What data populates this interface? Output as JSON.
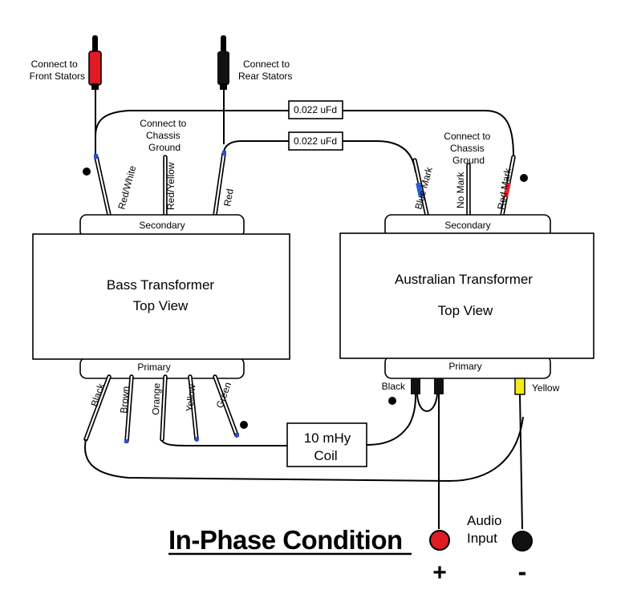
{
  "front_stators_label": [
    "Connect to",
    "Front Stators"
  ],
  "rear_stators_label": [
    "Connect to",
    "Rear Stators"
  ],
  "capacitor_label_top": "0.022 uFd",
  "capacitor_label_bottom": "0.022 uFd",
  "bass_ground_label": [
    "Connect to",
    "Chassis",
    "Ground"
  ],
  "aus_ground_label": [
    "Connect to",
    "Chassis",
    "Ground"
  ],
  "bass_transformer": {
    "title_line1": "Bass Transformer",
    "title_line2": "Top View",
    "secondary_label": "Secondary",
    "primary_label": "Primary",
    "secondary_wires": [
      "Red/White",
      "Red/Yellow",
      "Red"
    ],
    "primary_wires": [
      "Black",
      "Brown",
      "Orange",
      "Yellow",
      "Green"
    ]
  },
  "australian_transformer": {
    "title_line1": "Australian Transformer",
    "title_line2": "Top View",
    "secondary_label": "Secondary",
    "primary_label": "Primary",
    "secondary_wires": [
      "Blue Mark",
      "No Mark",
      "Red Mark"
    ],
    "primary_wire_black": "Black",
    "primary_wire_yellow": "Yellow"
  },
  "coil_label": [
    "10 mHy",
    "Coil"
  ],
  "title": "In-Phase Condition",
  "audio_input_label": [
    "Audio",
    "Input"
  ],
  "plus_sign": "+",
  "minus_sign": "-",
  "colors": {
    "red_plug": "#e01b24",
    "black_plug": "#111111",
    "blue_mark": "#1f5fd6",
    "red_mark": "#e8232b",
    "yellow_mark": "#f2ec1c",
    "lead_tip": "#2a4fd0"
  }
}
